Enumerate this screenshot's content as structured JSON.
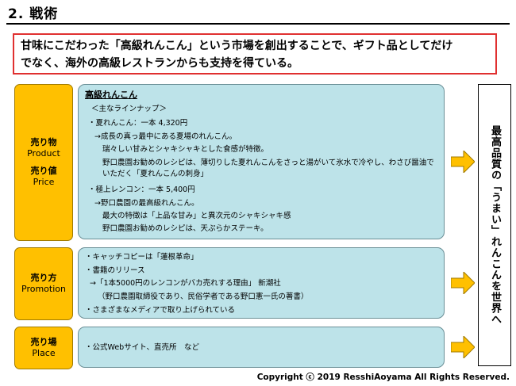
{
  "section_title": "2. 戦術",
  "headline": {
    "line1": "甘味にこだわった「高級れんこん」という市場を創出することで、ギフト品としてだけ",
    "line2": "でなく、海外の高級レストランからも支持を得ている。"
  },
  "product": {
    "label1": "売り物",
    "label1_en": "Product",
    "label2": "売り値",
    "label2_en": "Price",
    "heading": "高級れんこん",
    "lines": [
      "＜主なラインナップ＞",
      "・夏れんこん：一本 4,320円",
      "→成長の真っ最中にある夏場のれんこん。",
      "瑞々しい甘みとシャキシャキとした食感が特徴。",
      "野口農園お勧めのレシピは、薄切りした夏れんこんをさっと湯がいて氷水で冷やし、わさび醤油で",
      "いただく「夏れんこんの刺身」",
      "・極上レンコン：一本 5,400円",
      "→野口農園の最高級れんこん。",
      "最大の特徴は「上品な甘み」と異次元のシャキシャキ感",
      "野口農園お勧めのレシピは、天ぷらかステーキ。"
    ]
  },
  "promotion": {
    "label": "売り方",
    "label_en": "Promotion",
    "lines": [
      "・キャッチコピーは「蓮根革命」",
      "・書籍のリリース",
      "→「1本5000円のレンコンがバカ売れする理由」 新潮社",
      "（野口農園取締役であり、民俗学者である野口憲一氏の著書）",
      "・さまざまなメディアで取り上げられている"
    ]
  },
  "place": {
    "label": "売り場",
    "label_en": "Place",
    "lines": [
      "・公式Webサイト、直売所　など"
    ]
  },
  "conclusion": "最高品質の「うまい」れんこんを世界へ",
  "copyright": "Copyright ⓒ 2019 ResshiAoyama All Rights Reserved.",
  "colors": {
    "category_fill": "#ffc000",
    "box_fill": "#bde3e9",
    "headline_border": "#e03030",
    "arrow_fill": "#ffc000"
  }
}
